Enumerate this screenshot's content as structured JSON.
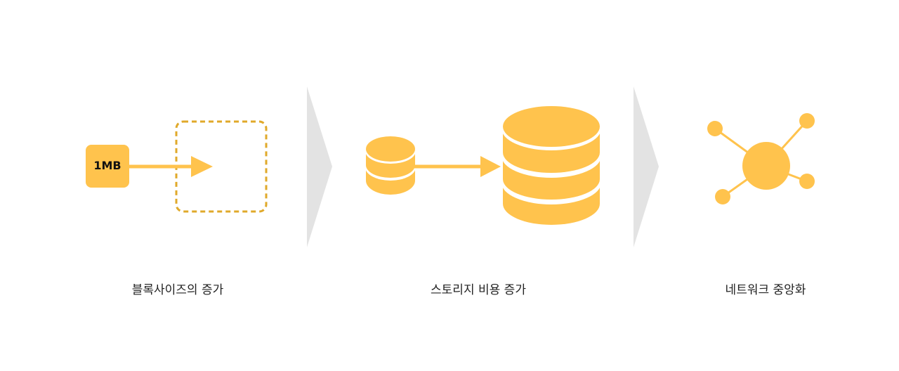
{
  "colors": {
    "accent": "#FFC34D",
    "dashed_border": "#E0A92A",
    "divider": "#E3E3E3",
    "text": "#222222",
    "background": "#FFFFFF"
  },
  "steps": [
    {
      "badge": "1MB",
      "caption": "블록사이즈의 증가"
    },
    {
      "caption": "스토리지 비용 증가"
    },
    {
      "caption": "네트워크 중앙화"
    }
  ]
}
